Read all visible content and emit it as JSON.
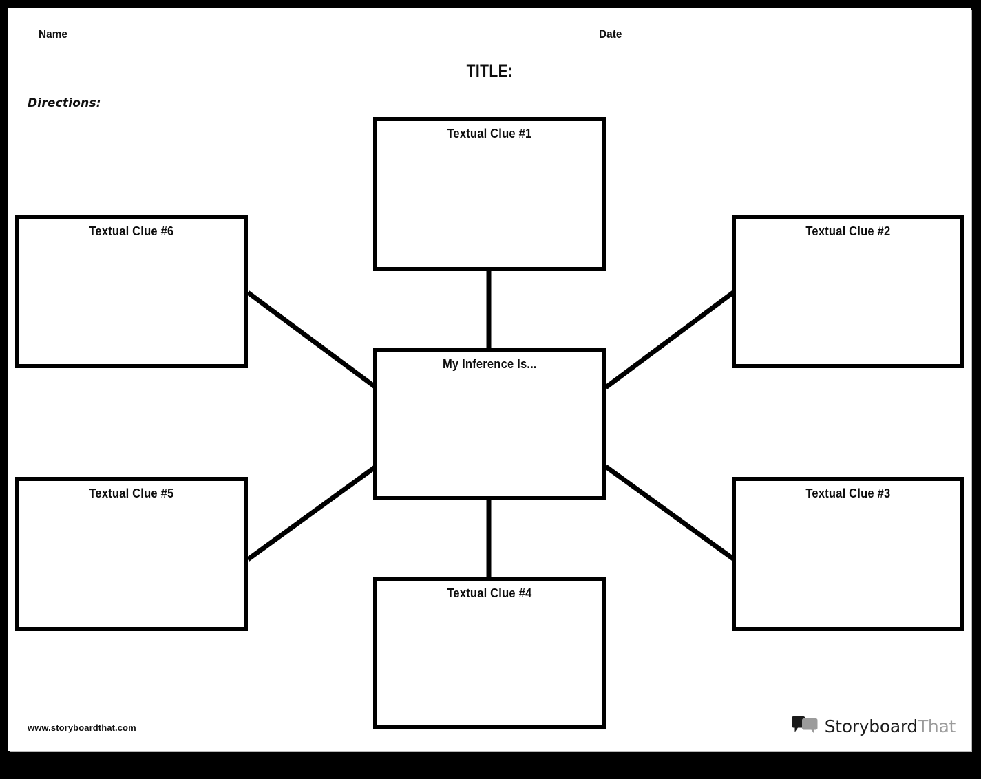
{
  "worksheet": {
    "title": "TITLE:",
    "directions_label": "Directions:",
    "name_label": "Name",
    "date_label": "Date",
    "name_value": "",
    "date_value": ""
  },
  "boxes": {
    "center": "My Inference Is...",
    "clue1": "Textual Clue #1",
    "clue2": "Textual Clue #2",
    "clue3": "Textual Clue #3",
    "clue4": "Textual Clue #4",
    "clue5": "Textual Clue #5",
    "clue6": "Textual Clue #6"
  },
  "footer": {
    "url": "www.storyboardthat.com",
    "logo_word_1": "Storyboard",
    "logo_word_2": "That"
  },
  "colors": {
    "page_background": "#ffffff",
    "frame": "#000000",
    "ink": "#000000",
    "rule_line": "#999999",
    "logo_dark": "#1a1a1a",
    "logo_gray": "#9b9b9b"
  }
}
